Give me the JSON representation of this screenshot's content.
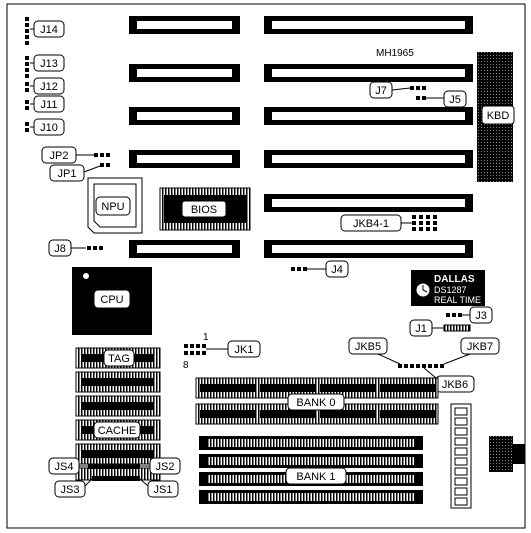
{
  "board_id": "MH1965",
  "labels": {
    "j14": "J14",
    "j13": "J13",
    "j12": "J12",
    "j11": "J11",
    "j10": "J10",
    "jp2": "JP2",
    "jp1": "JP1",
    "j8": "J8",
    "j7": "J7",
    "j5": "J5",
    "kbd": "KBD",
    "npu": "NPU",
    "bios": "BIOS",
    "jkb4_1": "JKB4-1",
    "j4": "J4",
    "cpu": "CPU",
    "j3": "J3",
    "j1": "J1",
    "jk1": "JK1",
    "jk1_pin1": "1",
    "jk1_pin8": "8",
    "tag": "TAG",
    "cache": "CACHE",
    "jkb5": "JKB5",
    "jkb7": "JKB7",
    "jkb6": "JKB6",
    "bank0": "BANK 0",
    "bank1": "BANK 1",
    "js4": "JS4",
    "js2": "JS2",
    "js3": "JS3",
    "js1": "JS1"
  },
  "dallas": {
    "line1": "DALLAS",
    "line2": "DS1287",
    "line3": "REAL TIME"
  }
}
